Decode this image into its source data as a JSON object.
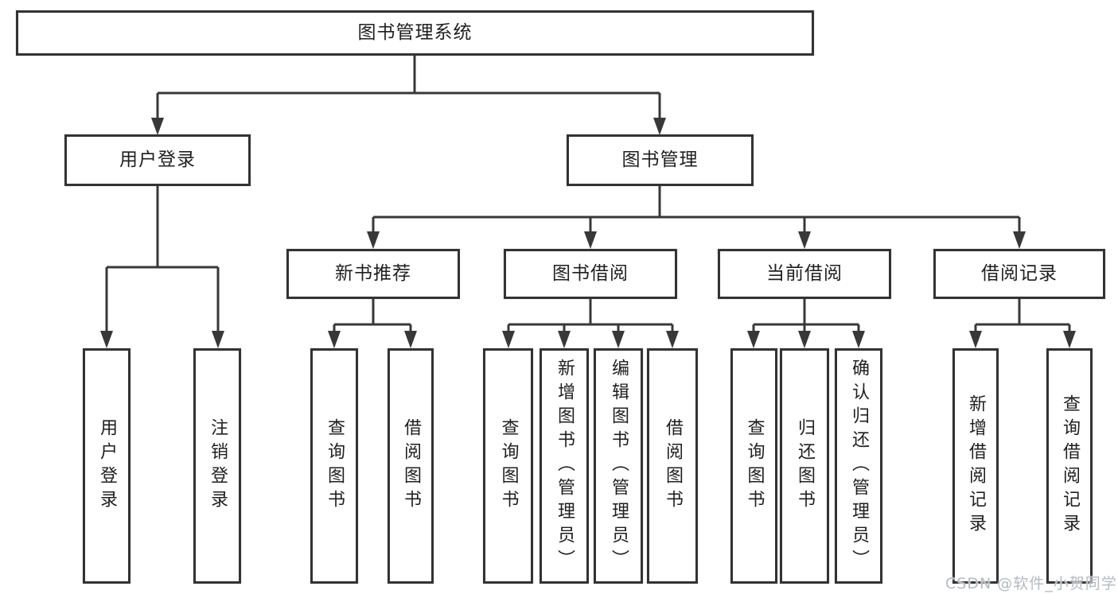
{
  "watermark": "CSDN @软件_小贺同学",
  "colors": {
    "line": "#383838",
    "box_border": "#333333",
    "box_fill": "#ffffff",
    "text": "#1f1f1f",
    "watermark_text": "#b6bac0"
  },
  "tree": {
    "label": "图书管理系统",
    "children": [
      {
        "label": "用户登录",
        "children": [
          {
            "label": "用户登录"
          },
          {
            "label": "注销登录"
          }
        ]
      },
      {
        "label": "图书管理",
        "children": [
          {
            "label": "新书推荐",
            "children": [
              {
                "label": "查询图书"
              },
              {
                "label": "借阅图书"
              }
            ]
          },
          {
            "label": "图书借阅",
            "children": [
              {
                "label": "查询图书"
              },
              {
                "label": "新增图书（管理员）"
              },
              {
                "label": "编辑图书（管理员）"
              },
              {
                "label": "借阅图书"
              }
            ]
          },
          {
            "label": "当前借阅",
            "children": [
              {
                "label": "查询图书"
              },
              {
                "label": "归还图书"
              },
              {
                "label": "确认归还（管理员）"
              }
            ]
          },
          {
            "label": "借阅记录",
            "children": [
              {
                "label": "新增借阅记录"
              },
              {
                "label": "查询借阅记录"
              }
            ]
          }
        ]
      }
    ]
  }
}
